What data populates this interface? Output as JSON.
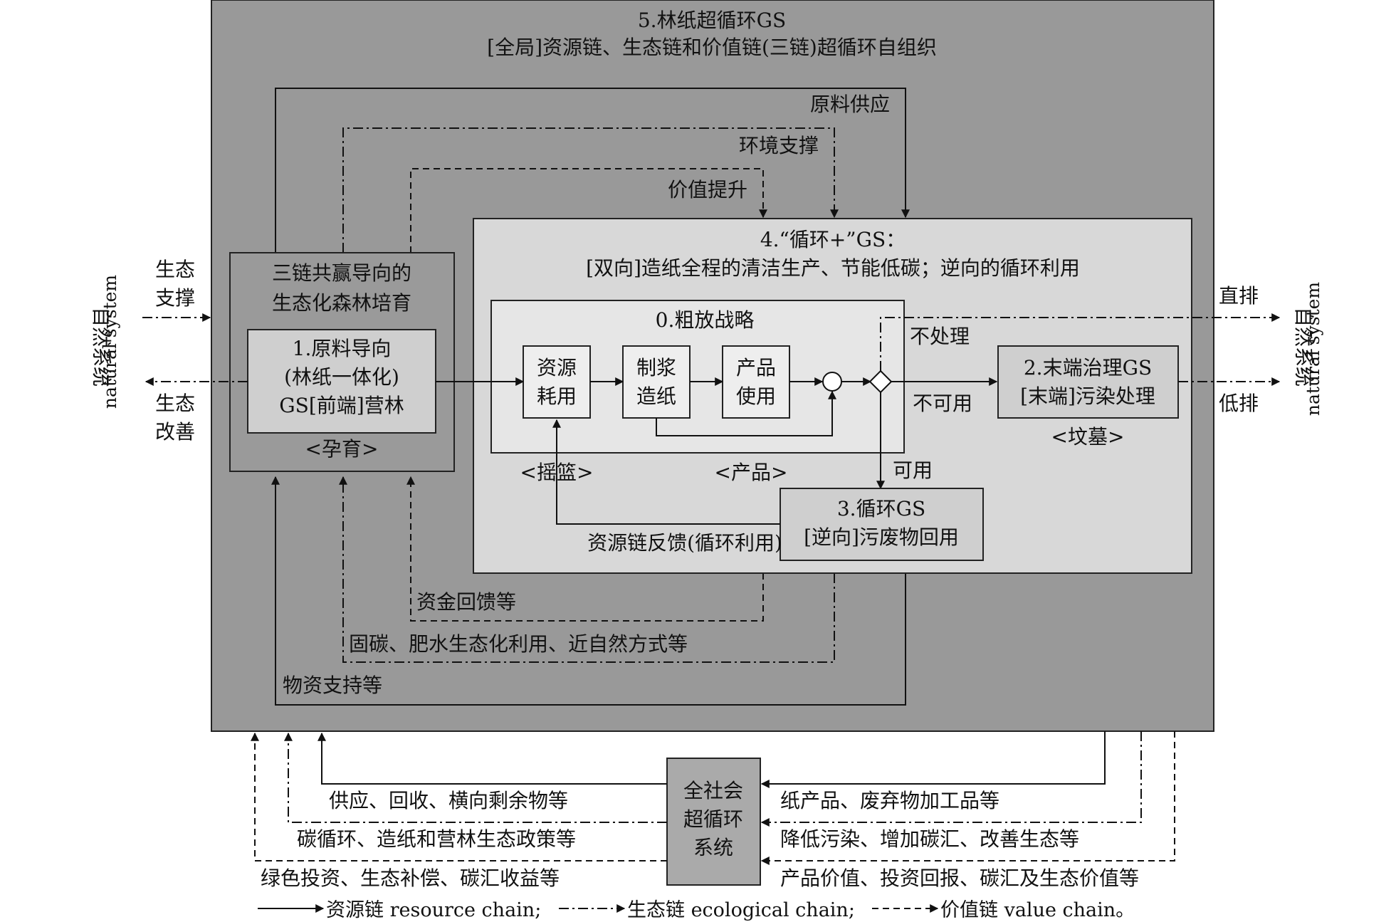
{
  "colors": {
    "outer_fill": "#999999",
    "inner_fill": "#d8d8d8",
    "strategy_fill": "#e6e6e6",
    "module_fill": "#cfcfcf",
    "small_box_fill": "#eeeeee",
    "forest_fill": "#9a9a9a",
    "society_fill": "#aaaaaa",
    "line": "#111111"
  },
  "outer": {
    "title": "5.林纸超循环GS",
    "subtitle": "[全局]资源链、生态链和价值链(三链)超循环自组织"
  },
  "top_flows": {
    "raw_supply": "原料供应",
    "env_support": "环境支撑",
    "value_raise": "价值提升"
  },
  "left_side": {
    "natural_cn": "自然系统",
    "natural_en": "natural system",
    "eco_support": [
      "生态",
      "支撑"
    ],
    "eco_improve": [
      "生态",
      "改善"
    ]
  },
  "right_side": {
    "natural_cn": "自然系统",
    "natural_en": "natural system",
    "direct": "直排",
    "low": "低排"
  },
  "forest": {
    "title": [
      "三链共赢导向的",
      "生态化森林培育"
    ],
    "gs1": [
      "1.原料导向",
      "(林纸一体化)",
      "GS[前端]营林"
    ],
    "caption": "<孕育>"
  },
  "circ_plus": {
    "title": "4.“循环+”GS：",
    "subtitle": "[双向]造纸全程的清洁生产、节能低碳；逆向的循环利用"
  },
  "strategy": {
    "title": "0.粗放战略",
    "res_use": [
      "资源",
      "耗用"
    ],
    "pulp": [
      "制浆",
      "造纸"
    ],
    "product_use": [
      "产品",
      "使用"
    ]
  },
  "branches": {
    "no_treat": "不处理",
    "unusable": "不可用",
    "usable": "可用"
  },
  "gs2": {
    "lines": [
      "2.末端治理GS",
      "[末端]污染处理"
    ],
    "caption": "<坟墓>"
  },
  "gs3": {
    "lines": [
      "3.循环GS",
      "[逆向]污废物回用"
    ]
  },
  "captions": {
    "cradle": "<摇篮>",
    "product": "<产品>"
  },
  "feedback": "资源链反馈(循环利用)",
  "bottom_flows": {
    "fund": "资金回馈等",
    "carbon": "固碳、肥水生态化利用、近自然方式等",
    "material": "物资支持等"
  },
  "society": {
    "lines": [
      "全社会",
      "超循环",
      "系统"
    ]
  },
  "society_left": {
    "supply": "供应、回收、横向剩余物等",
    "policy": "碳循环、造纸和营林生态政策等",
    "invest": "绿色投资、生态补偿、碳汇收益等"
  },
  "society_right": {
    "paper": "纸产品、废弃物加工品等",
    "reduce": "降低污染、增加碳汇、改善生态等",
    "value": "产品价值、投资回报、碳汇及生态价值等"
  },
  "legend": {
    "resource": "资源链 resource chain;",
    "ecological": "生态链 ecological chain;",
    "value": "价值链 value chain。"
  }
}
